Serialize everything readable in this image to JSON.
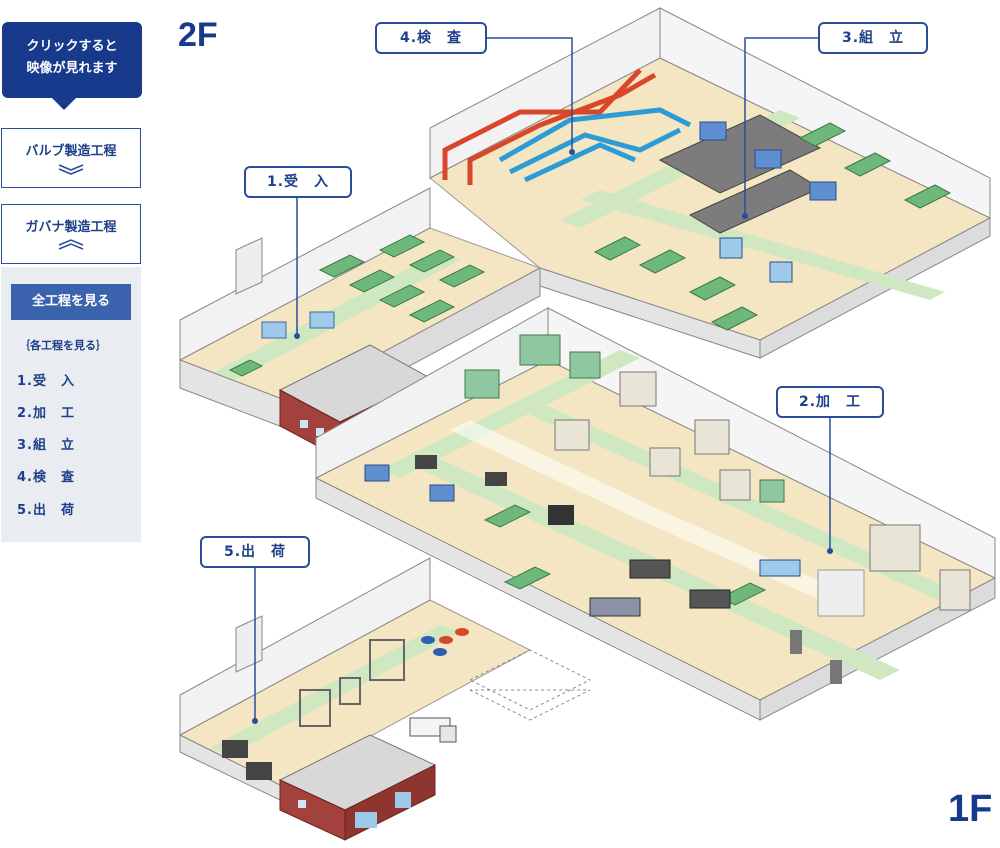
{
  "hint": {
    "line1": "クリックすると",
    "line2": "映像が見れます"
  },
  "buttons": {
    "valve": "バルブ製造工程",
    "governor": "ガバナ製造工程"
  },
  "nav": {
    "all_label": "全工程を見る",
    "sub_label": "｛各工程を見る｝",
    "items": [
      "1.受　入",
      "2.加　工",
      "3.組　立",
      "4.検　査",
      "5.出　荷"
    ]
  },
  "floors": {
    "upper": "2F",
    "lower": "1F"
  },
  "callouts": {
    "receiving": "1.受　入",
    "machining": "2.加　工",
    "assembly": "3.組　立",
    "inspection": "4.検　査",
    "shipping": "5.出　荷"
  },
  "colors": {
    "brand": "#173a8c",
    "accent": "#3b62ad",
    "floor": "#f4e6c2",
    "aisle": "#cfe8c2",
    "rack": "#6db87a",
    "brick": "#a3413c",
    "pipe_red": "#d9472b",
    "pipe_blue": "#2c9bd6"
  }
}
